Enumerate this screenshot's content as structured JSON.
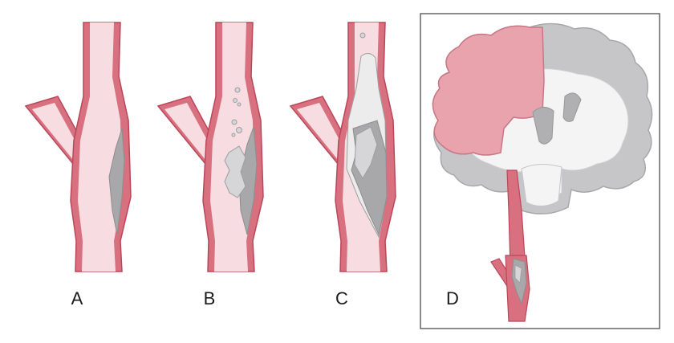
{
  "panels": [
    {
      "label": "A"
    },
    {
      "label": "B"
    },
    {
      "label": "C"
    },
    {
      "label": "D"
    }
  ],
  "colors": {
    "vessel_wall": "#d9707f",
    "vessel_edge": "#b8475a",
    "lumen": "#f7dde1",
    "plaque_dark": "#a8a8aa",
    "plaque_light": "#d6d6d8",
    "thrombus_pale": "#ececec",
    "brain_gray": "#c6c6c8",
    "brain_white": "#f4f4f4",
    "infarct": "#e8a3ad",
    "frame": "#666666"
  },
  "icons": {
    "artery": "bifurcating-artery-icon",
    "brain": "brain-coronal-section-icon"
  }
}
